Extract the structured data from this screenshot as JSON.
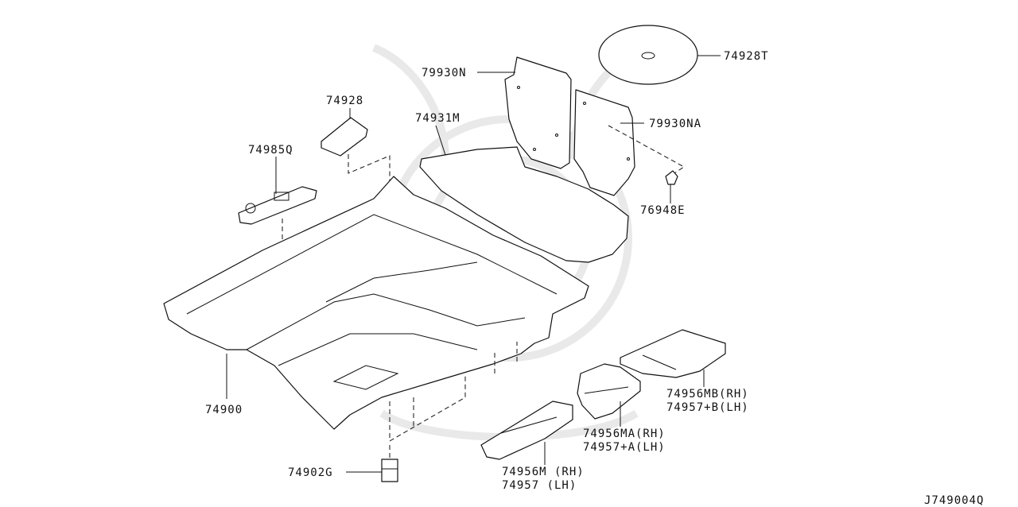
{
  "diagram_code": "J749004Q",
  "callouts": {
    "p74928T": "74928T",
    "p79930N": "79930N",
    "p79930NA": "79930NA",
    "p74931M": "74931M",
    "p74928": "74928",
    "p74985Q": "74985Q",
    "p76948E": "76948E",
    "p74900": "74900",
    "p74902G": "74902G",
    "p74956MB": "74956MB(RH)",
    "p74957B": "74957+B(LH)",
    "p74956MA": "74956MA(RH)",
    "p74957A": "74957+A(LH)",
    "p74956M": "74956M (RH)",
    "p74957": "74957  (LH)"
  }
}
